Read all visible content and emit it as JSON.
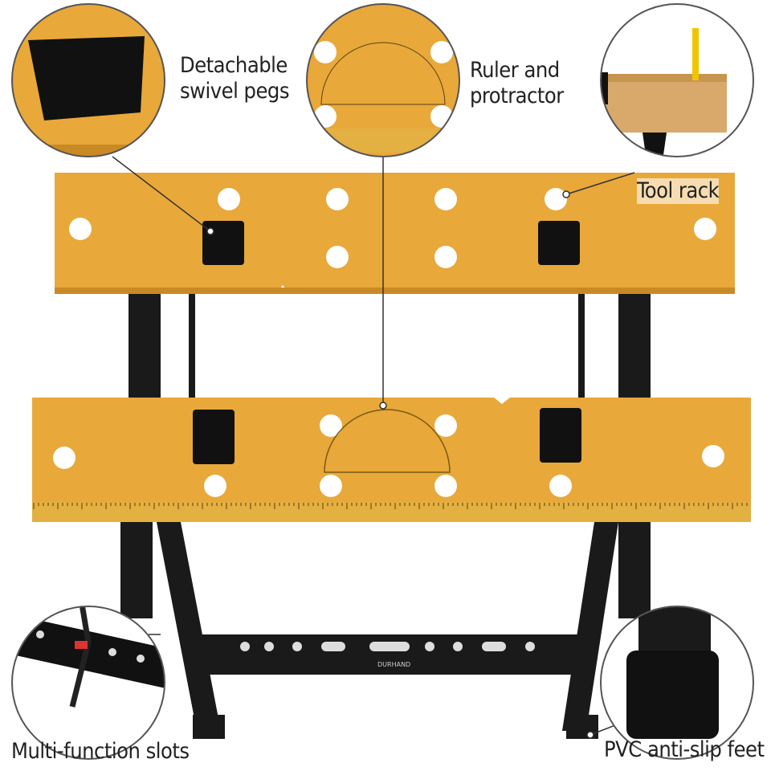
{
  "callouts": {
    "swivel_pegs": "Detachable\nswivel pegs",
    "ruler": "Ruler and\nprotractor",
    "tool_rack": "Tool rack",
    "slots": "Multi-function slots",
    "feet": "PVC anti-slip feet"
  },
  "brand_logo": "DURHAND",
  "colors": {
    "wood": "#e8a83a",
    "wood_edge": "#c98a25",
    "frame": "#1a1a1a",
    "callout_border": "#555555"
  }
}
